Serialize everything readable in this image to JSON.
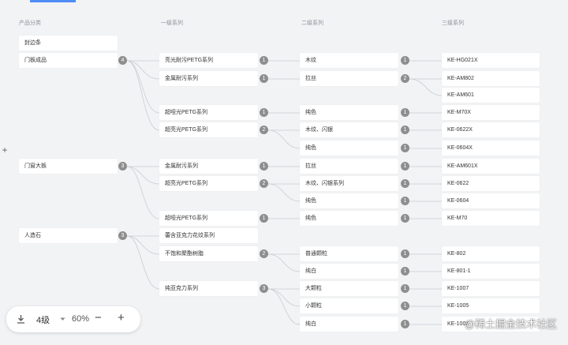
{
  "headers": [
    "产品分类",
    "一级系列",
    "二级系列",
    "三级系列"
  ],
  "categories": [
    {
      "label": "封边条",
      "count": ""
    },
    {
      "label": "门板成品",
      "count": "4"
    },
    {
      "label": "门窗大板",
      "count": "3"
    },
    {
      "label": "人造石",
      "count": "3"
    }
  ],
  "level1": [
    {
      "label": "亮光耐污PETG系列",
      "count": "1"
    },
    {
      "label": "金属耐污系列",
      "count": "1"
    },
    {
      "label": "超哑光PETG系列",
      "count": "1"
    },
    {
      "label": "超亮光PETG系列",
      "count": "2"
    },
    {
      "label": "金属耐污系列",
      "count": "1"
    },
    {
      "label": "超亮光PETG系列",
      "count": "2"
    },
    {
      "label": "超哑光PETG系列",
      "count": "1"
    },
    {
      "label": "蕾含亚克力花纹系列",
      "count": ""
    },
    {
      "label": "不饱和聚酯树脂",
      "count": "2"
    },
    {
      "label": "纯亚克力系列",
      "count": "3"
    }
  ],
  "level2": [
    {
      "label": "木纹",
      "count": "1"
    },
    {
      "label": "拉丝",
      "count": "2"
    },
    {
      "label": "纯色",
      "count": "1"
    },
    {
      "label": "木纹、闪银",
      "count": "1"
    },
    {
      "label": "纯色",
      "count": "1"
    },
    {
      "label": "拉丝",
      "count": "1"
    },
    {
      "label": "木纹、闪银系列",
      "count": "1"
    },
    {
      "label": "纯色",
      "count": "1"
    },
    {
      "label": "纯色",
      "count": "1"
    },
    {
      "label": "普通颗粒",
      "count": "1"
    },
    {
      "label": "纯白",
      "count": "1"
    },
    {
      "label": "大颗粒",
      "count": "1"
    },
    {
      "label": "小颗粒",
      "count": "1"
    },
    {
      "label": "纯白",
      "count": "1"
    }
  ],
  "level3": [
    "KE-HG021X",
    "KE-AM802",
    "KE-AM601",
    "KE-M70X",
    "KE-0622X",
    "KE-0604X",
    "KE-AM601X",
    "KE-0622",
    "KE-0604",
    "KE-M70",
    "KE-802",
    "KE-801-1",
    "KE-1007",
    "KE-1005",
    "KE-1005"
  ],
  "toolbar": {
    "download_icon": "download-icon",
    "level": "4级",
    "zoom": "60%",
    "minus": "−",
    "plus": "+"
  },
  "expand_icon": "+",
  "watermark": "@稀土掘金技术社区"
}
